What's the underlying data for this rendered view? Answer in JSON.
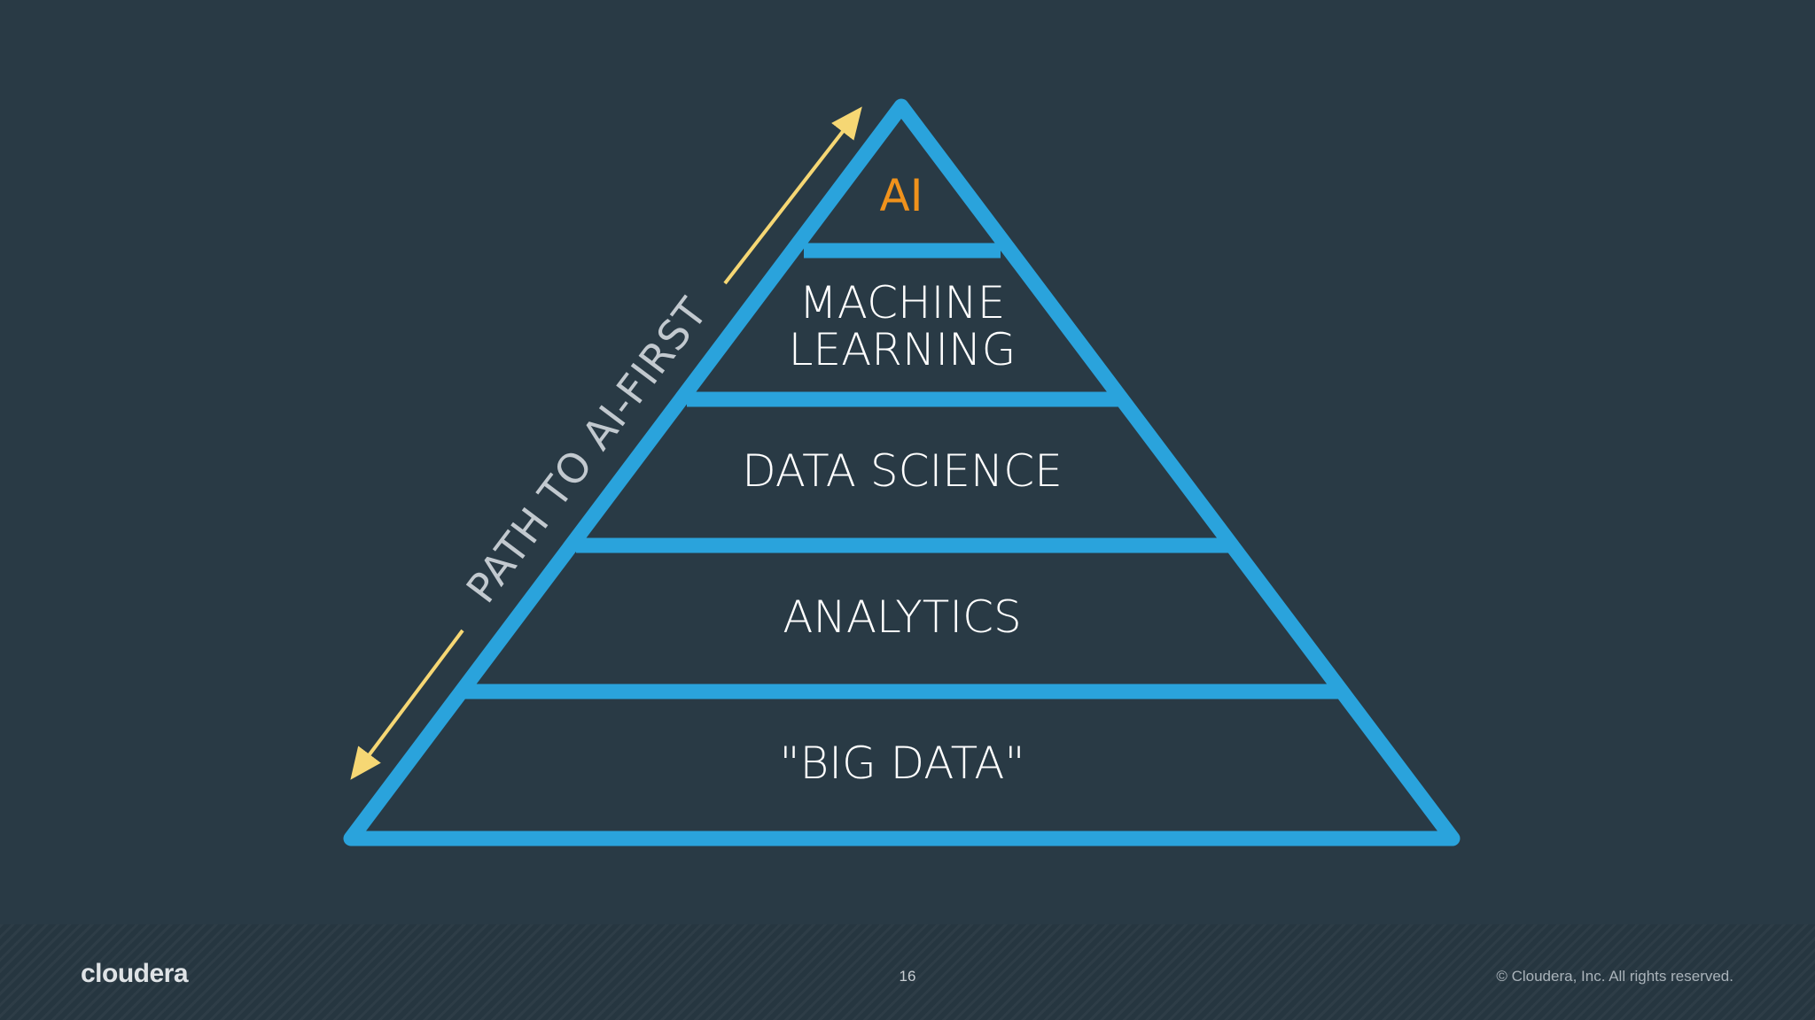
{
  "pyramid": {
    "layers": [
      {
        "label": "AI"
      },
      {
        "label_line1": "MACHINE",
        "label_line2": "LEARNING"
      },
      {
        "label": "DATA SCIENCE"
      },
      {
        "label": "ANALYTICS"
      },
      {
        "label": "\"BIG DATA\""
      }
    ]
  },
  "path_label": "PATH TO AI-FIRST",
  "footer": {
    "logo": "cloudera",
    "page_number": "16",
    "copyright": "© Cloudera, Inc. All rights reserved."
  },
  "colors": {
    "background": "#293a45",
    "pyramid_outline": "#2aa3dc",
    "apex_text": "#f0921c",
    "arrow": "#f6d774",
    "layer_text": "#ffffff"
  },
  "icons": {
    "arrow_up": "arrow-up-right-icon",
    "arrow_down": "arrow-down-left-icon"
  }
}
